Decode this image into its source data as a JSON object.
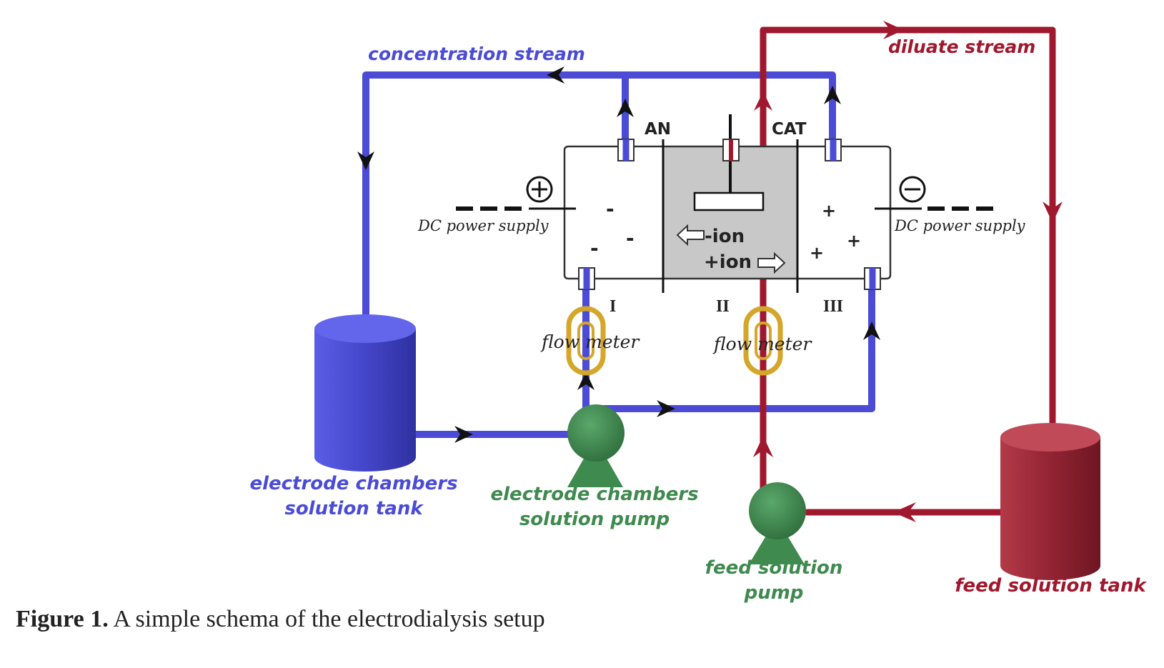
{
  "labels": {
    "concentration_stream": "concentration stream",
    "diluate_stream": "diluate stream",
    "anode": "AN",
    "cathode": "CAT",
    "dc_power_left": "DC power supply",
    "dc_power_right": "DC power supply",
    "neg_ion": "-ion",
    "pos_ion": "+ion",
    "chamber_1": "I",
    "chamber_2": "II",
    "chamber_3": "III",
    "flow_meter_1": "flow meter",
    "flow_meter_2": "flow meter",
    "electrode_tank_line1": "electrode chambers",
    "electrode_tank_line2": "solution tank",
    "electrode_pump_line1": "electrode chambers",
    "electrode_pump_line2": "solution pump",
    "feed_pump_line1": "feed solution",
    "feed_pump_line2": "pump",
    "feed_tank": "feed solution tank",
    "minus_sign": "-",
    "plus_sign": "+"
  },
  "caption": {
    "label": "Figure 1.",
    "text": " A simple schema of the electrodialysis setup"
  },
  "colors": {
    "concentration_stream": "#4b4bd6",
    "diluate_stream": "#a0182e",
    "pump": "#3f8a4f",
    "flow_meter": "#d4a62a",
    "cell_center": "#c8c8c8"
  }
}
